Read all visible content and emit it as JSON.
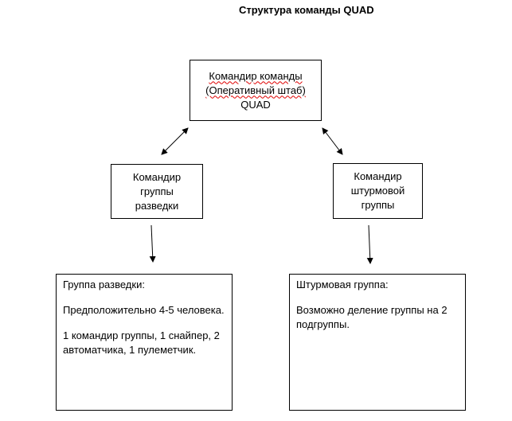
{
  "title": "Структура команды QUAD",
  "hq": {
    "line1": "Командир команды",
    "line2": "(Оперативный штаб)",
    "line3": "QUAD"
  },
  "recon_commander": {
    "line1": "Командир",
    "line2": "группы",
    "line3": "разведки"
  },
  "assault_commander": {
    "line1": "Командир",
    "line2": "штурмовой",
    "line3": "группы"
  },
  "recon_group": {
    "heading": "Группа разведки:",
    "para1": "Предположительно 4-5 человека.",
    "para2": "1 командир группы, 1 снайпер, 2 автоматчика, 1 пулеметчик."
  },
  "assault_group": {
    "heading": "Штурмовая группа:",
    "para1": "Возможно деление группы на 2 подгруппы."
  },
  "colors": {
    "border": "#000000",
    "spellcheck_underline": "#e00000"
  }
}
